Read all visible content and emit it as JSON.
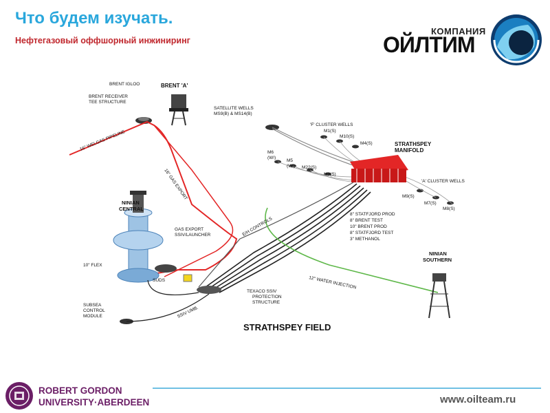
{
  "slide": {
    "title": "Что будем изучать.",
    "subtitle": "Нефтегазовый оффшорный инжиниринг"
  },
  "logo": {
    "company_word": "КОМПАНИЯ",
    "brand": "ОЙЛТИМ"
  },
  "diagram": {
    "field_title": "STRATHSPEY FIELD",
    "labels": {
      "brent_igloo": "BRENT IGLOO",
      "brent_a": "BRENT 'A'",
      "brent_receiver_1": "BRENT RECEIVER",
      "brent_receiver_2": "TEE STRUCTURE",
      "welgas": "16\" WELGAS PIPELINE",
      "gas_export": "16\" GAS EXPORT",
      "satellite_1": "SATELLITE WELLS",
      "satellite_2": "MS9(B) & MS14(B)",
      "f_cluster": "'F' CLUSTER WELLS",
      "m1": "M1(S)",
      "m10": "M10(S)",
      "m4": "M4(S)",
      "strathspey_1": "STRATHSPEY",
      "strathspey_2": "MANIFOLD",
      "m6": "M6",
      "m6w": "(W!)",
      "m5": "M5",
      "m5w": "(W!)",
      "m22": "M22(S)",
      "m3": "M3(S)",
      "a_cluster": "'A' CLUSTER WELLS",
      "m9": "M9(S)",
      "m7": "M7(S)",
      "m8": "M8(S)",
      "ninian_central_1": "NINIAN",
      "ninian_central_2": "CENTRAL",
      "eh_controls": "E/H CONTROLS",
      "statfjord_prod": "8\" STATFJORD PROD",
      "brent_test": "8\" BRENT TEST",
      "brent_prod": "10\" BRENT PROD",
      "statfjord_test": "8\" STATFJORD TEST",
      "methanol": "3\" METHANOL",
      "gas_export_ssiv_1": "GAS EXPORT",
      "gas_export_ssiv_2": "SSIV/LAUNCHER",
      "flex": "10\" FLEX",
      "suds": "SUDS",
      "texaco_1": "TEXACO SSIV",
      "texaco_2": "PROTECTION",
      "texaco_3": "STRUCTURE",
      "ninian_southern_1": "NINIAN",
      "ninian_southern_2": "SOUTHERN",
      "water_injection": "12\" WATER INJECTION",
      "subsea_1": "SUBSEA",
      "subsea_2": "CONTROL",
      "subsea_3": "MODULE",
      "ssiv_umb": "SSIV UMB."
    }
  },
  "footer": {
    "rgu_line1": "ROBERT GORDON",
    "rgu_line2": "UNIVERSITY·ABERDEEN",
    "website": "www.oilteam.ru"
  },
  "colors": {
    "title": "#2aa7dc",
    "subtitle": "#c0272d",
    "rgu_purple": "#6b1e66",
    "pipeline_red": "#e32626",
    "water_green": "#5fb84a",
    "brand_blue": "#1b7fc1"
  }
}
